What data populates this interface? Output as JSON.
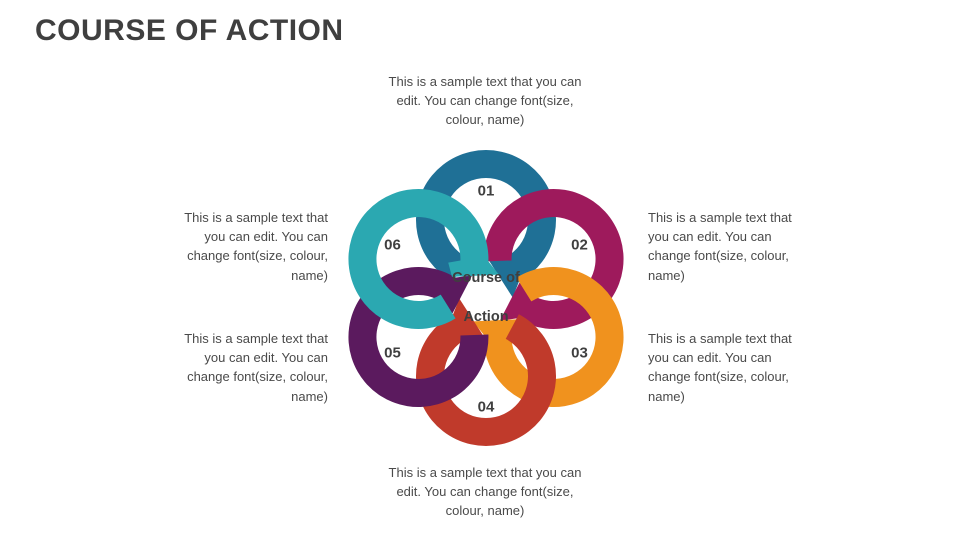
{
  "slide": {
    "title": "COURSE OF ACTION",
    "background_color": "#ffffff",
    "title_color": "#3f3f3f"
  },
  "diagram": {
    "type": "radial-petal-cycle",
    "center_label_line1": "Course of",
    "center_label_line2": "Action",
    "petal_count": 6,
    "petals": [
      {
        "number": "01",
        "color": "#1f7096",
        "position": "top",
        "angle_deg": 270
      },
      {
        "number": "02",
        "color": "#9e1a5c",
        "position": "upper-right",
        "angle_deg": 330
      },
      {
        "number": "03",
        "color": "#f0921e",
        "position": "lower-right",
        "angle_deg": 30
      },
      {
        "number": "04",
        "color": "#c03a2b",
        "position": "bottom",
        "angle_deg": 90
      },
      {
        "number": "05",
        "color": "#5b1a5e",
        "position": "lower-left",
        "angle_deg": 150
      },
      {
        "number": "06",
        "color": "#2ba8b1",
        "position": "upper-left",
        "angle_deg": 210
      }
    ]
  },
  "callouts": [
    {
      "id": "callout-01",
      "text": "This is a sample text that you can edit. You can change font(size, colour, name)",
      "align": "center"
    },
    {
      "id": "callout-02",
      "text": "This is a sample text that you can edit. You can change font(size, colour, name)",
      "align": "left"
    },
    {
      "id": "callout-03",
      "text": "This is a sample text that you can edit. You can change font(size, colour, name)",
      "align": "left"
    },
    {
      "id": "callout-04",
      "text": "This is a sample text that you can edit. You can change font(size, colour, name)",
      "align": "center"
    },
    {
      "id": "callout-05",
      "text": "This is a sample text that you can edit. You can change font(size, colour, name)",
      "align": "right"
    },
    {
      "id": "callout-06",
      "text": "This is a sample text that you can edit. You can change font(size, colour, name)",
      "align": "right"
    }
  ]
}
